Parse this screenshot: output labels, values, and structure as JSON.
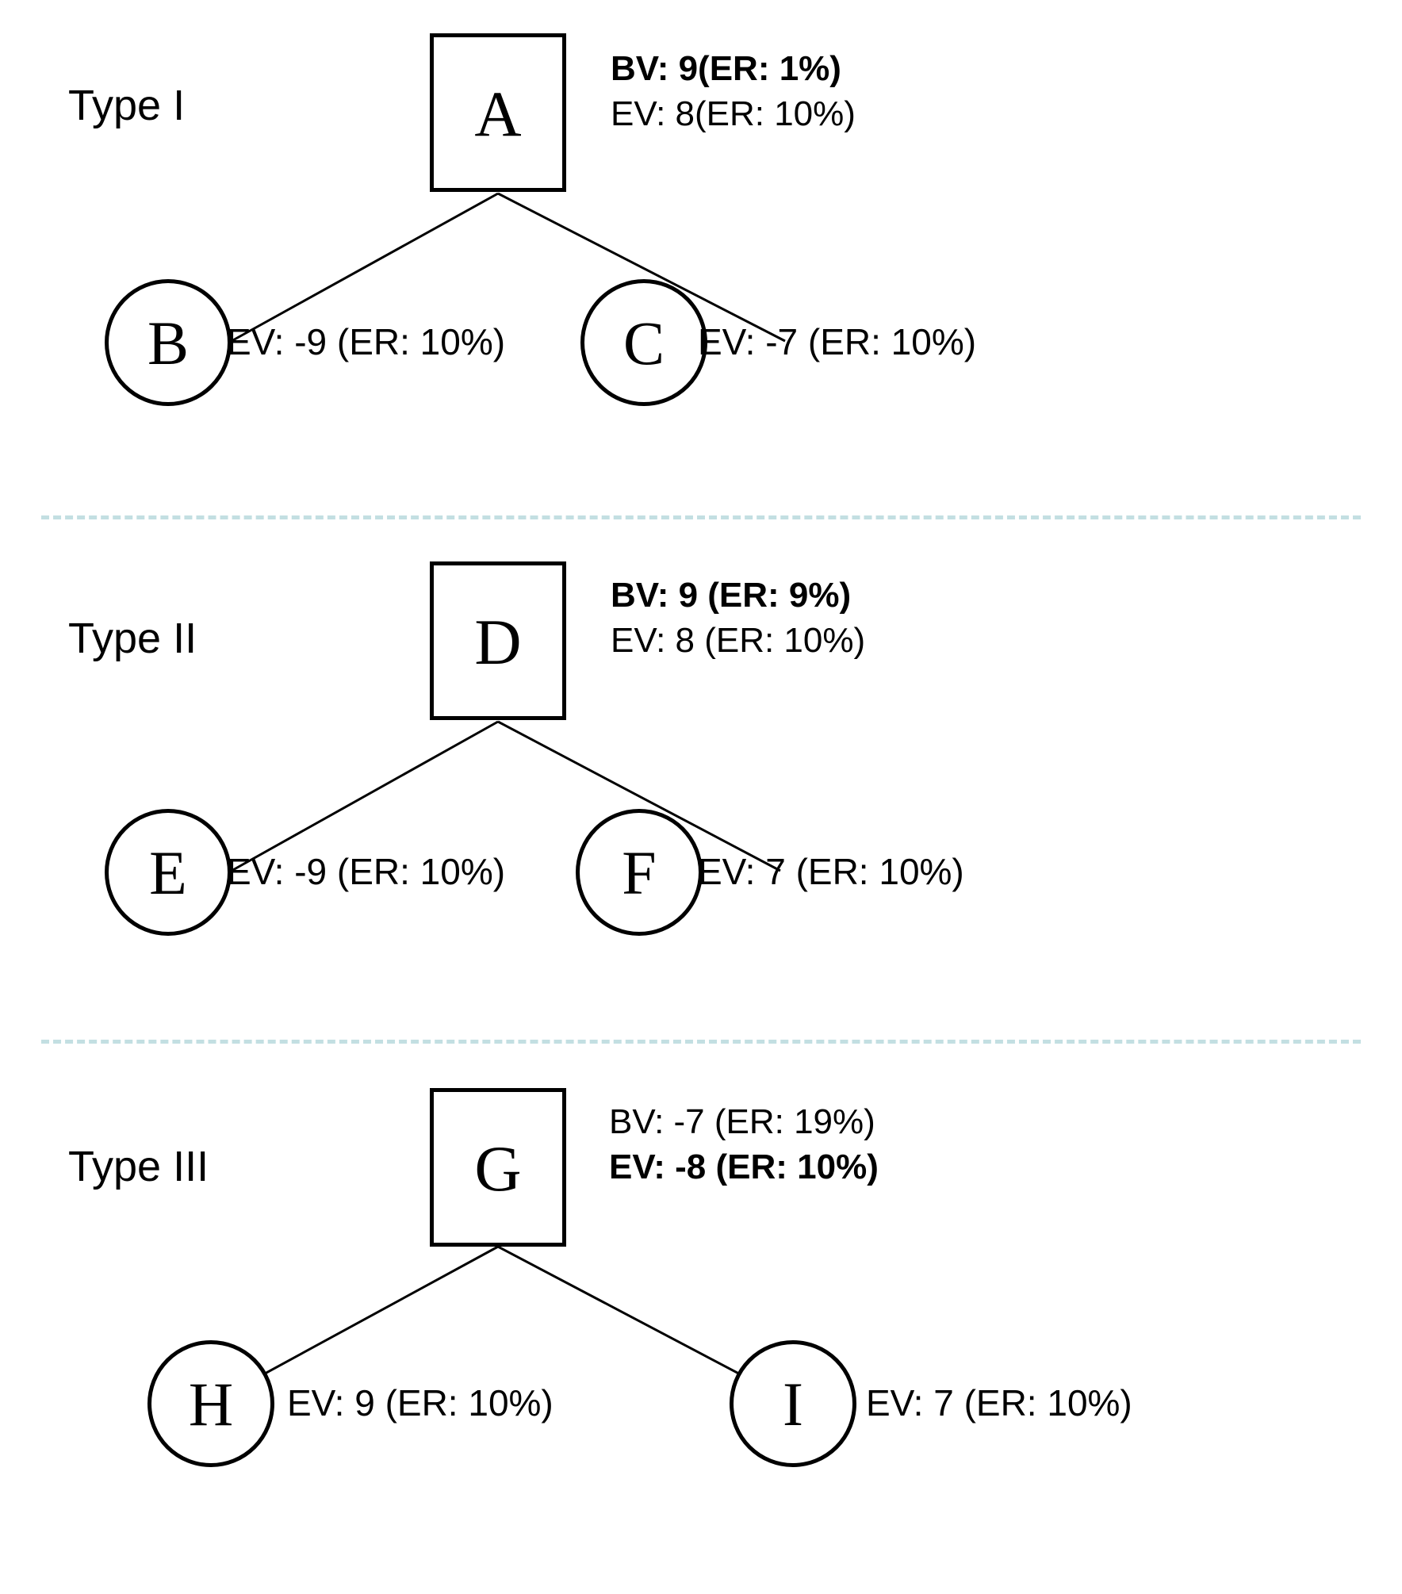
{
  "diagram": {
    "title": "Decision tree types with belief and expected values",
    "separator_color": "#c3dfe2",
    "line_color": "#000000",
    "background": "#ffffff",
    "separators": 2
  },
  "sections": [
    {
      "id": "type-1",
      "type_label": "Type I",
      "root": {
        "id": "A",
        "glyph": "A",
        "shape": "square",
        "values": [
          {
            "text": "BV: 9(ER: 1%)",
            "bold": true
          },
          {
            "text": "EV: 8(ER: 10%)",
            "bold": false
          }
        ]
      },
      "children": [
        {
          "id": "B",
          "glyph": "B",
          "shape": "circle",
          "value": "EV: -9 (ER: 10%)"
        },
        {
          "id": "C",
          "glyph": "C",
          "shape": "circle",
          "value": "EV: -7 (ER: 10%)"
        }
      ]
    },
    {
      "id": "type-2",
      "type_label": "Type II",
      "root": {
        "id": "D",
        "glyph": "D",
        "shape": "square",
        "values": [
          {
            "text": "BV: 9 (ER: 9%)",
            "bold": true
          },
          {
            "text": "EV: 8 (ER: 10%)",
            "bold": false
          }
        ]
      },
      "children": [
        {
          "id": "E",
          "glyph": "E",
          "shape": "circle",
          "value": "EV: -9 (ER: 10%)"
        },
        {
          "id": "F",
          "glyph": "F",
          "shape": "circle",
          "value": "EV: 7 (ER: 10%)"
        }
      ]
    },
    {
      "id": "type-3",
      "type_label": "Type III",
      "root": {
        "id": "G",
        "glyph": "G",
        "shape": "square",
        "values": [
          {
            "text": "BV: -7 (ER: 19%)",
            "bold": false
          },
          {
            "text": "EV: -8 (ER: 10%)",
            "bold": true
          }
        ]
      },
      "children": [
        {
          "id": "H",
          "glyph": "H",
          "shape": "circle",
          "value": "EV: 9 (ER: 10%)"
        },
        {
          "id": "I",
          "glyph": "I",
          "shape": "circle",
          "value": "EV: 7 (ER: 10%)"
        }
      ]
    }
  ]
}
